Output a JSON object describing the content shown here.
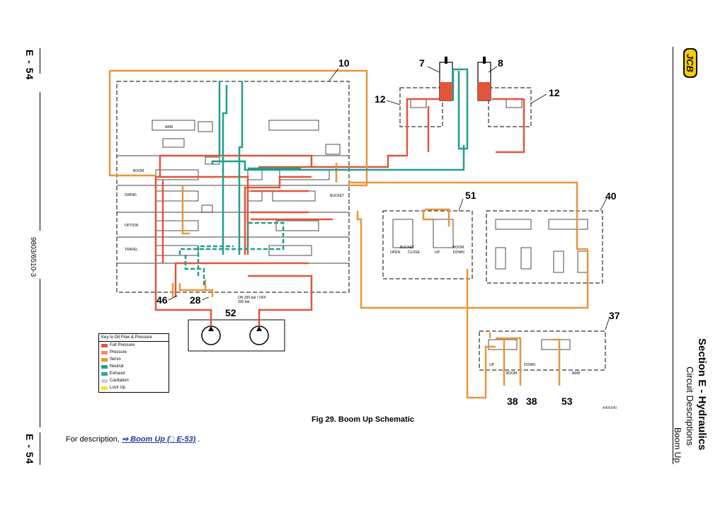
{
  "page": {
    "page_number_top": "E - 54",
    "page_number_bottom": "E - 54",
    "doc_code": "9803/6510-3",
    "section_title": "Section E - Hydraulics",
    "section_subtitle": "Circuit Descriptions",
    "section_topic": "Boom Up"
  },
  "figure": {
    "caption": "Fig 29. Boom Up Schematic",
    "drawing_ref": "A406540",
    "callouts": [
      "10",
      "7",
      "8",
      "12",
      "12",
      "51",
      "40",
      "37",
      "46",
      "28",
      "52",
      "38",
      "38",
      "53"
    ],
    "small_labels": {
      "arm": "ARM",
      "boom": "BOOM",
      "swing": "SWING",
      "option": "OPTION",
      "travel": "TRAVEL",
      "bucket": "BUCKET",
      "open": "OPEN",
      "close": "CLOSE",
      "up": "UP",
      "down": "DOWN",
      "on_off": "ON 330 bar / OFF 330 bar"
    }
  },
  "legend": {
    "title": "Key to Oil Flow & Pressure",
    "items": [
      {
        "label": "Full Pressure",
        "color": "#e2553a"
      },
      {
        "label": "Pressure",
        "color": "#ef8a6a"
      },
      {
        "label": "Servo",
        "color": "#e7963a"
      },
      {
        "label": "Neutral",
        "color": "#1f9f8c"
      },
      {
        "label": "Exhaust",
        "color": "#2fa7a0"
      },
      {
        "label": "Cavitation",
        "color": "#cfcfcf"
      },
      {
        "label": "Lock Up",
        "color": "#f0e040"
      }
    ]
  },
  "description": {
    "prefix": "For description, ",
    "link_text": "⇒ Boom Up (□ E-53)",
    "suffix": " ."
  }
}
